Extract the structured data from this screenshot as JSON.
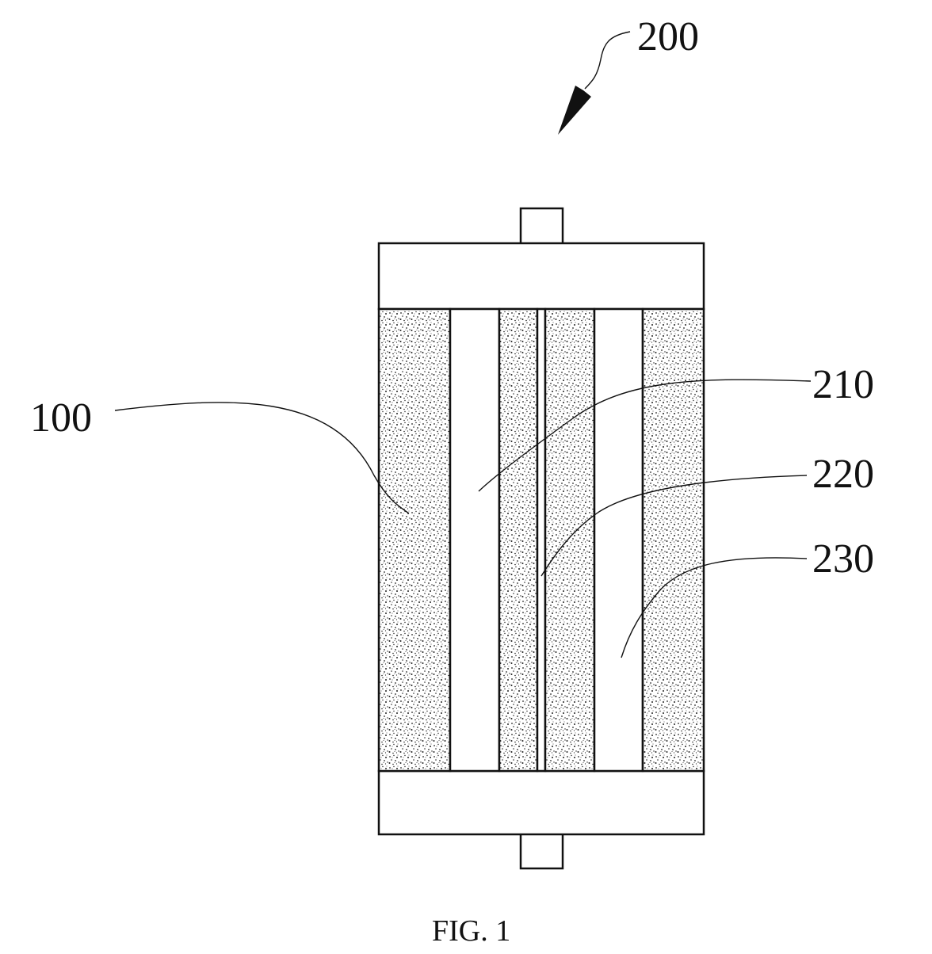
{
  "figure": {
    "caption": "FIG. 1",
    "labels": {
      "device": "200",
      "electrode_layer": "100",
      "component_210": "210",
      "component_220": "220",
      "component_230": "230"
    }
  }
}
